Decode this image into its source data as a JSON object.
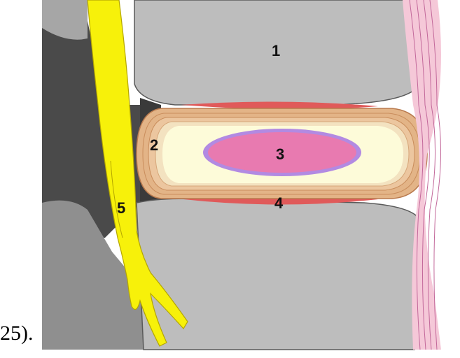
{
  "caption": "25).",
  "labels": {
    "l1": "1",
    "l2": "2",
    "l3": "3",
    "l4": "4",
    "l5": "5"
  },
  "colors": {
    "bone": "#bdbdbd",
    "bone_dark": "#7d7d7d",
    "background_tissue": "#4a4a4a",
    "annulus": "#e3b487",
    "annulus_line": "#b97a4e",
    "nucleus_outer": "#fdfbd9",
    "nucleus": "#e87ab0",
    "nucleus_rim": "#b28ae2",
    "endplate": "#e05a5a",
    "nerve": "#f7f10a",
    "ligament": "#f5c8d8",
    "ligament_line": "#c2689a"
  }
}
